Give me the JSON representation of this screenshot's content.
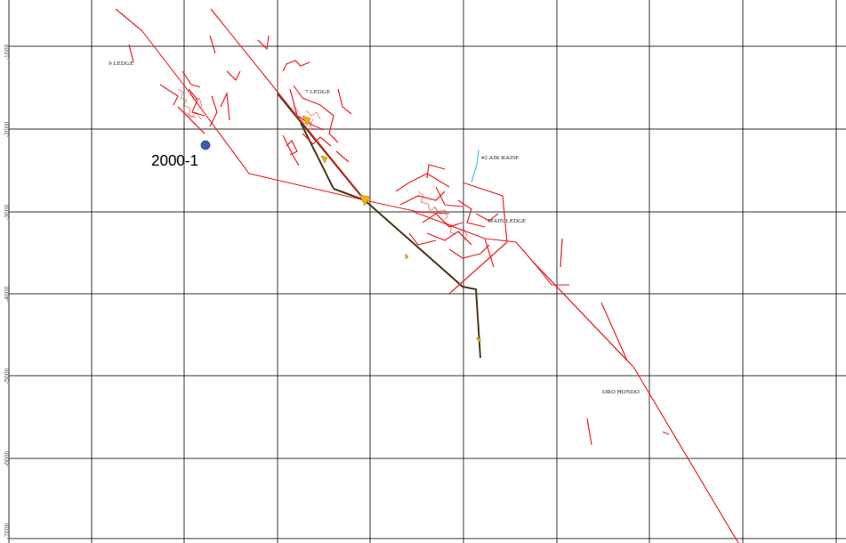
{
  "diagram": {
    "labels": [
      "-1000",
      "-2000",
      "-3000",
      "-4000",
      "-5000",
      "-6000",
      "-7000",
      "9 LEDGE",
      "7 LEDGE",
      "2000-1",
      "#2 AIR RAISE",
      "MAIN LEDGE",
      "ORO HONDO"
    ]
  }
}
